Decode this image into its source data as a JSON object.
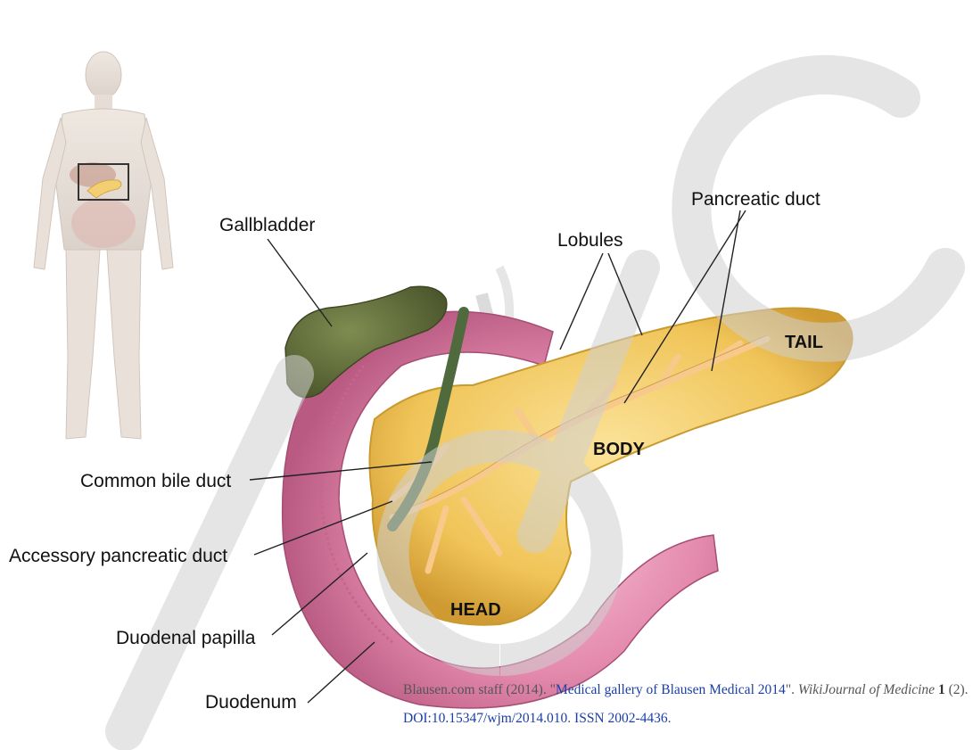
{
  "labels": {
    "gallbladder": "Gallbladder",
    "pancreatic_duct": "Pancreatic duct",
    "lobules": "Lobules",
    "tail": "TAIL",
    "body": "BODY",
    "head": "HEAD",
    "common_bile_duct": "Common bile duct",
    "accessory_pancreatic_duct": "Accessory pancreatic duct",
    "duodenal_papilla": "Duodenal papilla",
    "duodenum": "Duodenum"
  },
  "watermark": "NO IPC",
  "citation": {
    "authors": "Blausen.com staff (2014). \"",
    "title": "Medical gallery of Blausen Medical 2014",
    "after_title": "\". ",
    "journal": "WikiJournal of Medicine",
    "volume": "1",
    "issue": " (2). ",
    "doi": "DOI:10.15347/wjm/2014.010",
    "sep": ". ",
    "issn": "ISSN 2002-4436",
    "end": "."
  },
  "colors": {
    "pancreas": "#f2c75a",
    "pancreas_dark": "#d9a23a",
    "duodenum": "#d9759c",
    "duodenum_light": "#f3b6cb",
    "gallbladder": "#5e6b3a",
    "bile_duct": "#4f6a3c",
    "ducts": "#f7c98a",
    "watermark": "#d9d9d9"
  }
}
